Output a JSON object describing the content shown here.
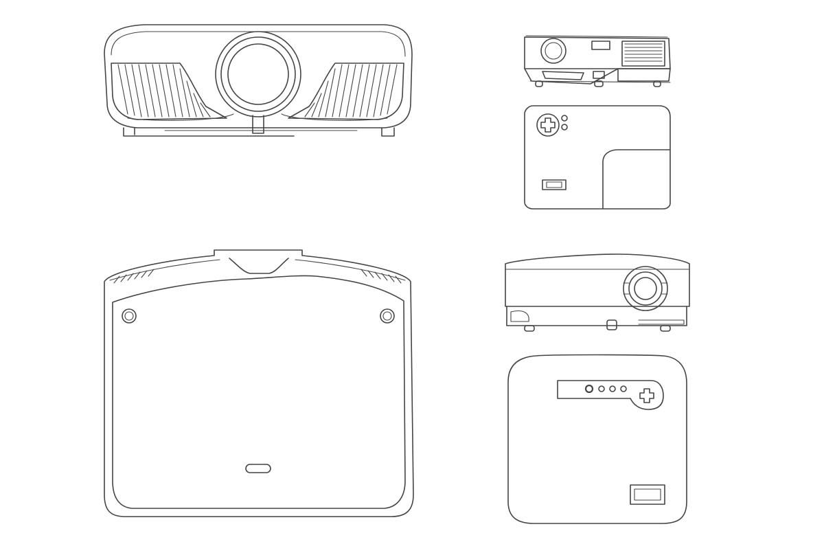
{
  "colors": {
    "background": "#ffffff",
    "line": "#444444"
  },
  "views": [
    {
      "id": "large-front",
      "icon": "projector-large-front-view-icon"
    },
    {
      "id": "large-top",
      "icon": "projector-large-top-view-icon"
    },
    {
      "id": "compact-front",
      "icon": "projector-compact-front-view-icon"
    },
    {
      "id": "compact-top",
      "icon": "projector-compact-top-view-icon"
    },
    {
      "id": "mid-front",
      "icon": "projector-mid-front-view-icon"
    },
    {
      "id": "mid-top",
      "icon": "projector-mid-top-view-icon"
    }
  ]
}
